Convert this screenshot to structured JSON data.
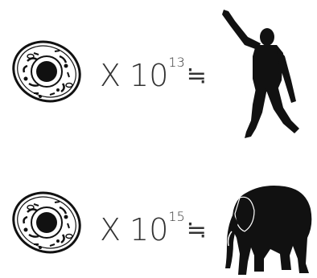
{
  "rows": [
    {
      "times": "X",
      "base": "10",
      "exponent": "13",
      "approx_symbol": "≒",
      "figure": "human-icon"
    },
    {
      "times": "X",
      "base": "10",
      "exponent": "15",
      "approx_symbol": "≒",
      "figure": "elephant-icon"
    }
  ],
  "colors": {
    "ink": "#111111",
    "text": "#333333",
    "background": "#ffffff"
  }
}
